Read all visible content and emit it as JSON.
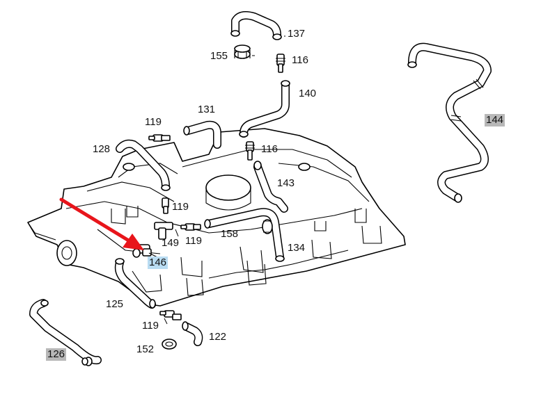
{
  "labels": [
    {
      "id": "137",
      "text": "137",
      "highlight": "none"
    },
    {
      "id": "155",
      "text": "155",
      "highlight": "none"
    },
    {
      "id": "116a",
      "text": "116",
      "highlight": "none"
    },
    {
      "id": "140",
      "text": "140",
      "highlight": "none"
    },
    {
      "id": "144",
      "text": "144",
      "highlight": "grey"
    },
    {
      "id": "131",
      "text": "131",
      "highlight": "none"
    },
    {
      "id": "119a",
      "text": "119",
      "highlight": "none"
    },
    {
      "id": "128",
      "text": "128",
      "highlight": "none"
    },
    {
      "id": "116b",
      "text": "116",
      "highlight": "none"
    },
    {
      "id": "143",
      "text": "143",
      "highlight": "none"
    },
    {
      "id": "119b",
      "text": "119",
      "highlight": "none"
    },
    {
      "id": "149",
      "text": "149",
      "highlight": "none"
    },
    {
      "id": "119c",
      "text": "119",
      "highlight": "none"
    },
    {
      "id": "158",
      "text": "158",
      "highlight": "none"
    },
    {
      "id": "134",
      "text": "134",
      "highlight": "none"
    },
    {
      "id": "146",
      "text": "146",
      "highlight": "blue"
    },
    {
      "id": "125",
      "text": "125",
      "highlight": "none"
    },
    {
      "id": "119d",
      "text": "119",
      "highlight": "none"
    },
    {
      "id": "122",
      "text": "122",
      "highlight": "none"
    },
    {
      "id": "152",
      "text": "152",
      "highlight": "none"
    },
    {
      "id": "126",
      "text": "126",
      "highlight": "grey"
    }
  ],
  "colors": {
    "arrow": "#e8151b",
    "highlight_grey": "#b8b8b8",
    "highlight_blue": "#b9dcf2",
    "line": "#000000",
    "background": "#ffffff"
  },
  "icons": [
    "red-pointer-arrow"
  ]
}
